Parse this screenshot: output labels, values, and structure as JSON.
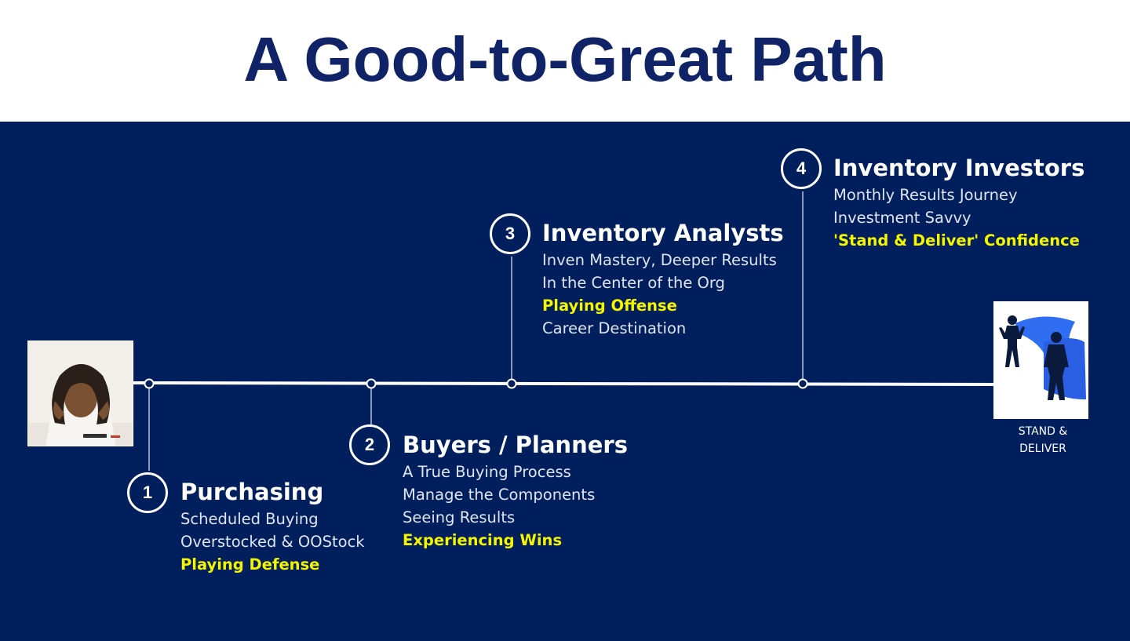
{
  "title": "A Good-to-Great Path",
  "colors": {
    "panel": "#001f5c",
    "title": "#0f2366",
    "highlight": "#f5f500",
    "text": "#ffffff"
  },
  "start_image": {
    "icon": "stressed-person-photo"
  },
  "end_image": {
    "icon": "superhero-silhouettes",
    "label_lines": [
      "STAND &",
      "DELIVER"
    ]
  },
  "stages": [
    {
      "number": "1",
      "title": "Purchasing",
      "lines": [
        {
          "text": "Scheduled Buying",
          "highlight": false
        },
        {
          "text": "Overstocked & OOStock",
          "highlight": false
        },
        {
          "text": "Playing Defense",
          "highlight": true
        }
      ]
    },
    {
      "number": "2",
      "title": "Buyers / Planners",
      "lines": [
        {
          "text": "A True Buying Process",
          "highlight": false
        },
        {
          "text": "Manage the Components",
          "highlight": false
        },
        {
          "text": "Seeing Results",
          "highlight": false
        },
        {
          "text": "Experiencing Wins",
          "highlight": true
        }
      ]
    },
    {
      "number": "3",
      "title": "Inventory Analysts",
      "lines": [
        {
          "text": "Inven Mastery, Deeper Results",
          "highlight": false
        },
        {
          "text": "In the Center of the Org",
          "highlight": false
        },
        {
          "text": "Playing Offense",
          "highlight": true
        },
        {
          "text": "Career Destination",
          "highlight": false
        }
      ]
    },
    {
      "number": "4",
      "title": "Inventory Investors",
      "lines": [
        {
          "text": "Monthly Results Journey",
          "highlight": false
        },
        {
          "text": "Investment Savvy",
          "highlight": false
        },
        {
          "text": "'Stand & Deliver' Confidence",
          "highlight": true
        }
      ]
    }
  ]
}
